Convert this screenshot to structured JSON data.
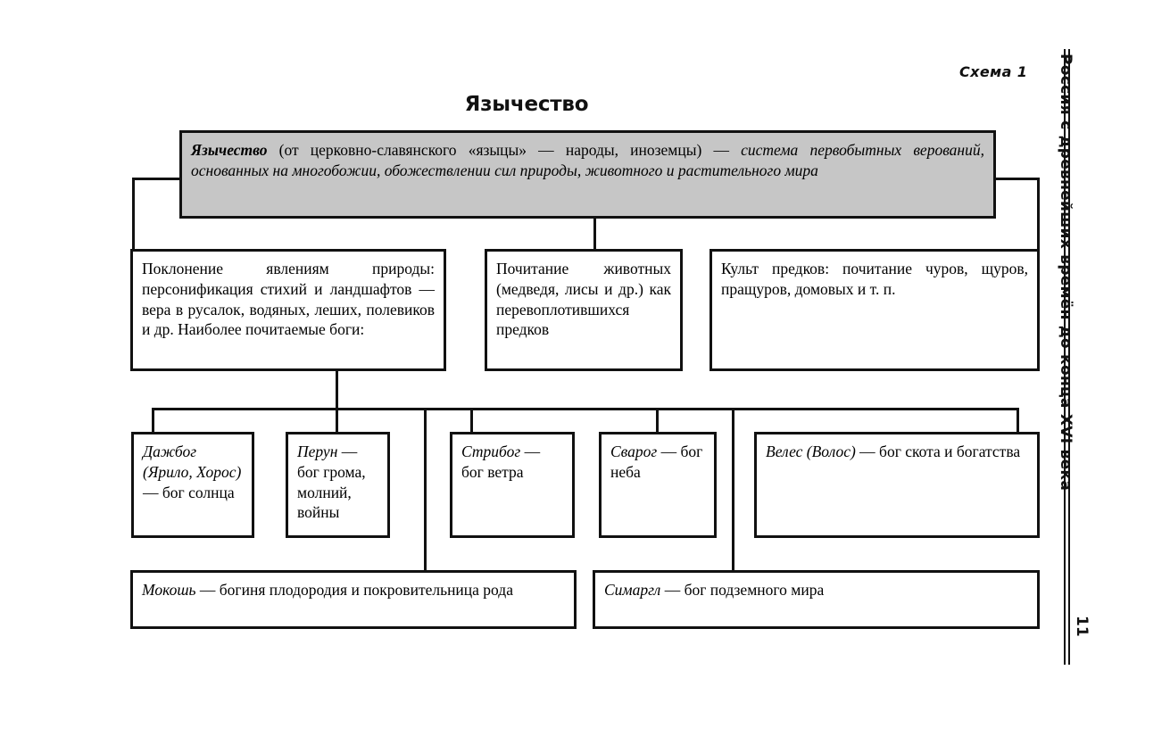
{
  "header": {
    "scheme_label": "Схема 1",
    "title": "Язычество"
  },
  "running_head": {
    "text": "Россия с древнейших времён до конца XVI века",
    "page_number": "11"
  },
  "colors": {
    "root_fill": "#c6c6c6",
    "line": "#111111",
    "page_background": "#ffffff"
  },
  "nodes": {
    "root": {
      "term": "Язычество",
      "definition_plain": " (от церковно-славянского «языцы» — народы, иноземцы) — ",
      "definition_italic": "система первобытных верований, основанных на многобожии, обожествлении сил природы, животного и растительного мира"
    },
    "branch_nature": "Поклонение явлениям природы: персонификация стихий и ландшафтов — вера в русалок, водяных, леших, полевиков и др. Наиболее почитаемые боги:",
    "branch_animals": "Почитание животных (медведя, лисы и др.) как перевоплотившихся предков",
    "branch_ancestors": "Культ предков: почитание чуров, щуров, пращуров, домовых и т. п.",
    "gods": [
      {
        "name": "Дажбог (Ярило, Хорос)",
        "desc": " — бог солнца"
      },
      {
        "name": "Перун",
        "desc": " — бог грома, молний, войны"
      },
      {
        "name": "Стрибог",
        "desc": " — бог ветра"
      },
      {
        "name": "Сварог",
        "desc": " — бог неба"
      },
      {
        "name": "Велес (Волос)",
        "desc": " — бог скота и богатства"
      },
      {
        "name": "Мокошь",
        "desc": " — богиня плодородия и покровительница рода"
      },
      {
        "name": "Симаргл",
        "desc": " — бог подземного мира"
      }
    ]
  }
}
